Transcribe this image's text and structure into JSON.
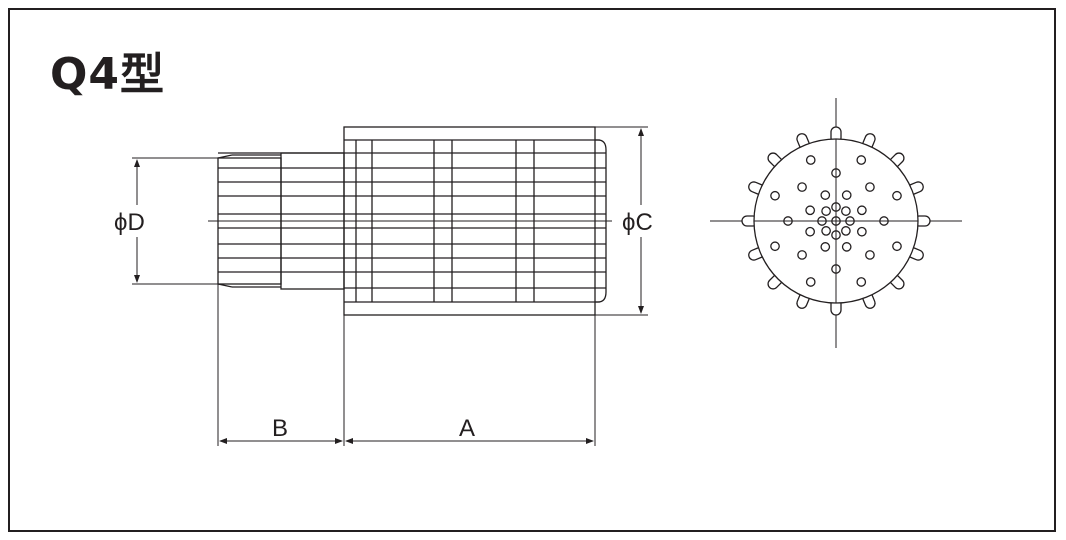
{
  "title": "Q4型",
  "labels": {
    "phi_d": "ϕD",
    "phi_c": "ϕC",
    "b": "B",
    "a": "A"
  },
  "colors": {
    "line": "#231f20",
    "background": "#ffffff"
  }
}
